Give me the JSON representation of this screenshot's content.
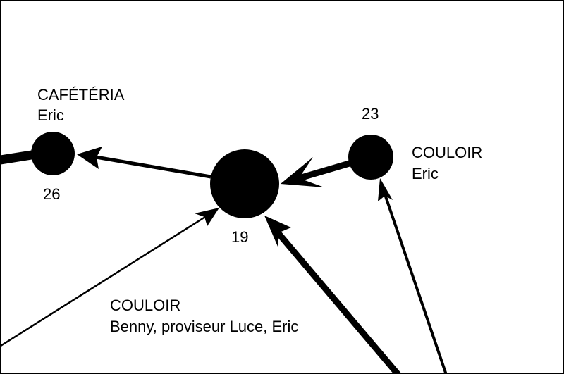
{
  "nodes": {
    "cafeteria": {
      "number": "26",
      "place": "CAFÉTÉRIA",
      "people": "Eric"
    },
    "center": {
      "number": "19"
    },
    "couloir_right": {
      "number": "23",
      "place": "COULOIR",
      "people": "Eric"
    }
  },
  "edge_labels": {
    "couloir_bottom": {
      "place": "COULOIR",
      "people": "Benny, proviseur Luce, Eric"
    }
  },
  "colors": {
    "ink": "#000000",
    "background": "#ffffff"
  }
}
